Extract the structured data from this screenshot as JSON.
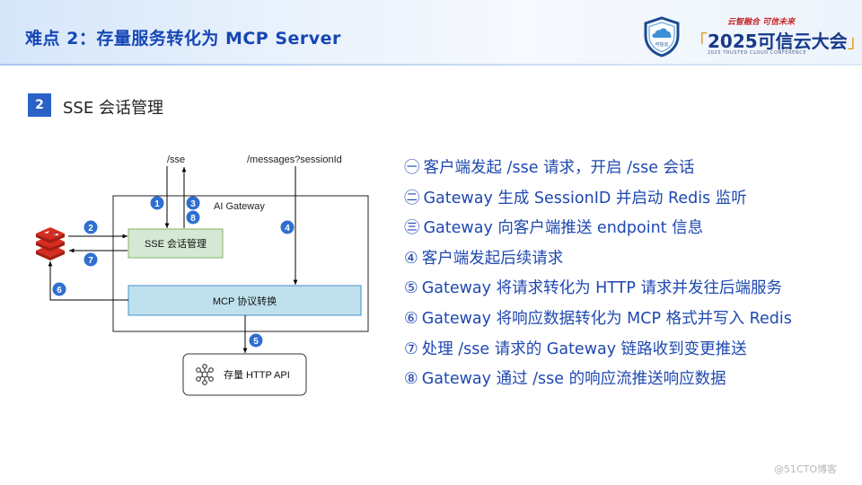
{
  "header": {
    "title": "难点 2：存量服务转化为 MCP Server"
  },
  "logo": {
    "slogan": "云智融合 可信未来",
    "main": "2025可信云大会",
    "sub": "2025 TRUSTED CLOUD CONFERENCE",
    "shield_text": "可信云"
  },
  "section": {
    "number": "2",
    "title": "SSE 会话管理"
  },
  "diagram": {
    "endpoint_sse": "/sse",
    "endpoint_messages": "/messages?sessionId",
    "gateway_label": "AI Gateway",
    "sse_box": "SSE 会话管理",
    "mcp_box": "MCP 协议转换",
    "api_box": "存量 HTTP API",
    "badges": [
      "1",
      "3",
      "8",
      "2",
      "7",
      "4",
      "6",
      "5"
    ]
  },
  "steps": [
    {
      "marker": "㊀",
      "text": "客户端发起 /sse 请求，开启 /sse 会话"
    },
    {
      "marker": "㊁",
      "text": "Gateway 生成 SessionID 并启动 Redis 监听"
    },
    {
      "marker": "㊂",
      "text": "Gateway 向客户端推送 endpoint 信息"
    },
    {
      "marker": "④",
      "text": "客户端发起后续请求"
    },
    {
      "marker": "⑤",
      "text": "Gateway 将请求转化为 HTTP 请求并发往后端服务"
    },
    {
      "marker": "⑥",
      "text": "Gateway 将响应数据转化为 MCP 格式并写入 Redis"
    },
    {
      "marker": "⑦",
      "text": "处理 /sse 请求的 Gateway 链路收到变更推送"
    },
    {
      "marker": "⑧",
      "text": "Gateway 通过 /sse 的响应流推送响应数据"
    }
  ],
  "watermark": "@51CTO博客",
  "colors": {
    "title_blue": "#1546b5",
    "step_blue": "#1f48b0",
    "badge_blue": "#2f6fcf",
    "sse_box_fill": "#d5e8d4",
    "mcp_box_fill": "#bfe1ee",
    "redis_red": "#d82c20"
  }
}
